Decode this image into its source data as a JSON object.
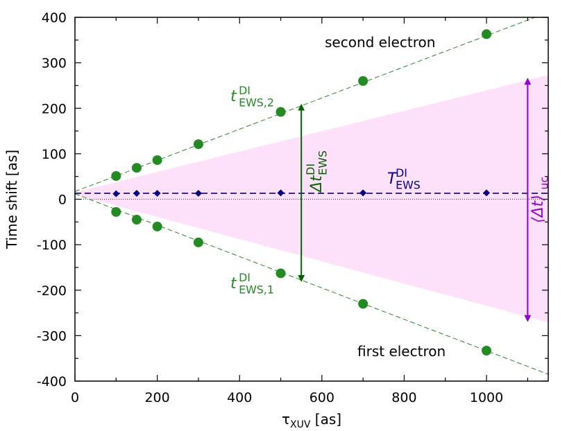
{
  "chart_data": {
    "type": "scatter",
    "xlabel": {
      "main": "τ",
      "sub": "XUV",
      "unit": " [as]"
    },
    "ylabel": "Time shift [as]",
    "xlim": [
      0,
      1150
    ],
    "ylim": [
      -400,
      400
    ],
    "xticks": [
      0,
      200,
      400,
      600,
      800,
      1000
    ],
    "yticks": [
      -400,
      -300,
      -200,
      -100,
      0,
      100,
      200,
      300,
      400
    ],
    "grid": false,
    "series": [
      {
        "name": "second electron",
        "color": "#228b22",
        "marker": "circle",
        "x": [
          100,
          150,
          200,
          300,
          500,
          700,
          1000
        ],
        "y": [
          51,
          69,
          86,
          121,
          192,
          260,
          363
        ]
      },
      {
        "name": "first electron",
        "color": "#228b22",
        "marker": "circle",
        "x": [
          100,
          150,
          200,
          300,
          500,
          700,
          1000
        ],
        "y": [
          -28,
          -45,
          -60,
          -95,
          -163,
          -230,
          -333
        ]
      },
      {
        "name": "T_EWS^DI",
        "color": "#00008b",
        "marker": "diamond",
        "x": [
          100,
          150,
          200,
          300,
          500,
          700,
          1000
        ],
        "y": [
          12,
          13,
          13,
          13,
          14,
          14,
          14
        ]
      }
    ],
    "fit_lines": [
      {
        "color": "#228b22",
        "style": "dashed",
        "x": [
          0,
          1150
        ],
        "y": [
          17,
          411
        ]
      },
      {
        "color": "#228b22",
        "style": "dashed",
        "x": [
          0,
          1150
        ],
        "y": [
          12,
          -385
        ]
      },
      {
        "color": "#00008b",
        "style": "dashed",
        "x": [
          0,
          1150
        ],
        "y": [
          13,
          13
        ]
      },
      {
        "color": "#000000",
        "style": "dotted",
        "x": [
          0,
          1150
        ],
        "y": [
          0,
          0
        ]
      }
    ],
    "shaded_band": {
      "color": "#ffe0fa",
      "x": [
        0,
        1150
      ],
      "upper": [
        15,
        273
      ],
      "lower": [
        10,
        -271
      ]
    },
    "arrows": [
      {
        "color": "#006400",
        "x": 550,
        "y_from": 210,
        "y_to": -182
      },
      {
        "color": "#9400d3",
        "x": 1100,
        "y_from": 267,
        "y_to": -270
      }
    ],
    "annotations": {
      "second_electron": "second electron",
      "first_electron": "first electron",
      "t_ews2": {
        "main": "t",
        "sup": "DI",
        "sub": "EWS,2",
        "color": "#228b22"
      },
      "t_ews1": {
        "main": "t",
        "sup": "DI",
        "sub": "EWS,1",
        "color": "#228b22"
      },
      "T_ews": {
        "main": "T",
        "sup": "DI",
        "sub": "EWS",
        "color": "#00008b"
      },
      "delta_t_ews": {
        "main": "Δt",
        "sup": "DI",
        "sub": "EWS",
        "color": "#006400"
      },
      "delta_t_uc": {
        "main": "⟨Δt⟩",
        "sub": "uc",
        "color": "#9400d3"
      }
    },
    "colors": {
      "green": "#228b22",
      "dark_green": "#006400",
      "navy": "#00008b",
      "violet": "#9400d3",
      "pink": "#ffe0fa"
    }
  }
}
